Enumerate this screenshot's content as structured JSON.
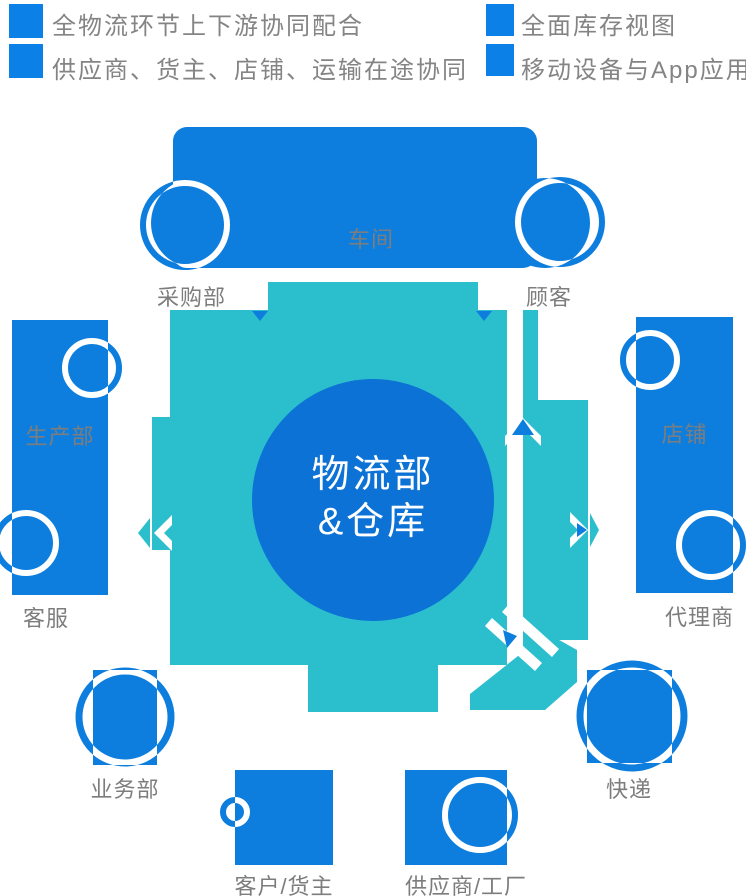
{
  "colors": {
    "shape_blue": "#0e7ede",
    "teal": "#2bbfcd",
    "hub_blue": "#0c72d6",
    "bullet_blue": "#0b80e6",
    "label_gray": "#7d7d7d",
    "hub_text_white": "#ffffff"
  },
  "bullets": {
    "left": [
      "全物流环节上下游协同配合",
      "供应商、货主、店铺、运输在途协同"
    ],
    "right": [
      "全面库存视图",
      "移动设备与App应用"
    ]
  },
  "hub": {
    "line1": "物流部",
    "line2": "&仓库"
  },
  "nodes": {
    "workshop": "车间",
    "purchasing": "采购部",
    "customer": "顾客",
    "production": "生产部",
    "customer_service": "客服",
    "shop": "店铺",
    "agent": "代理商",
    "business": "业务部",
    "express": "快递",
    "client": "客户/货主",
    "supplier": "供应商/工厂"
  }
}
